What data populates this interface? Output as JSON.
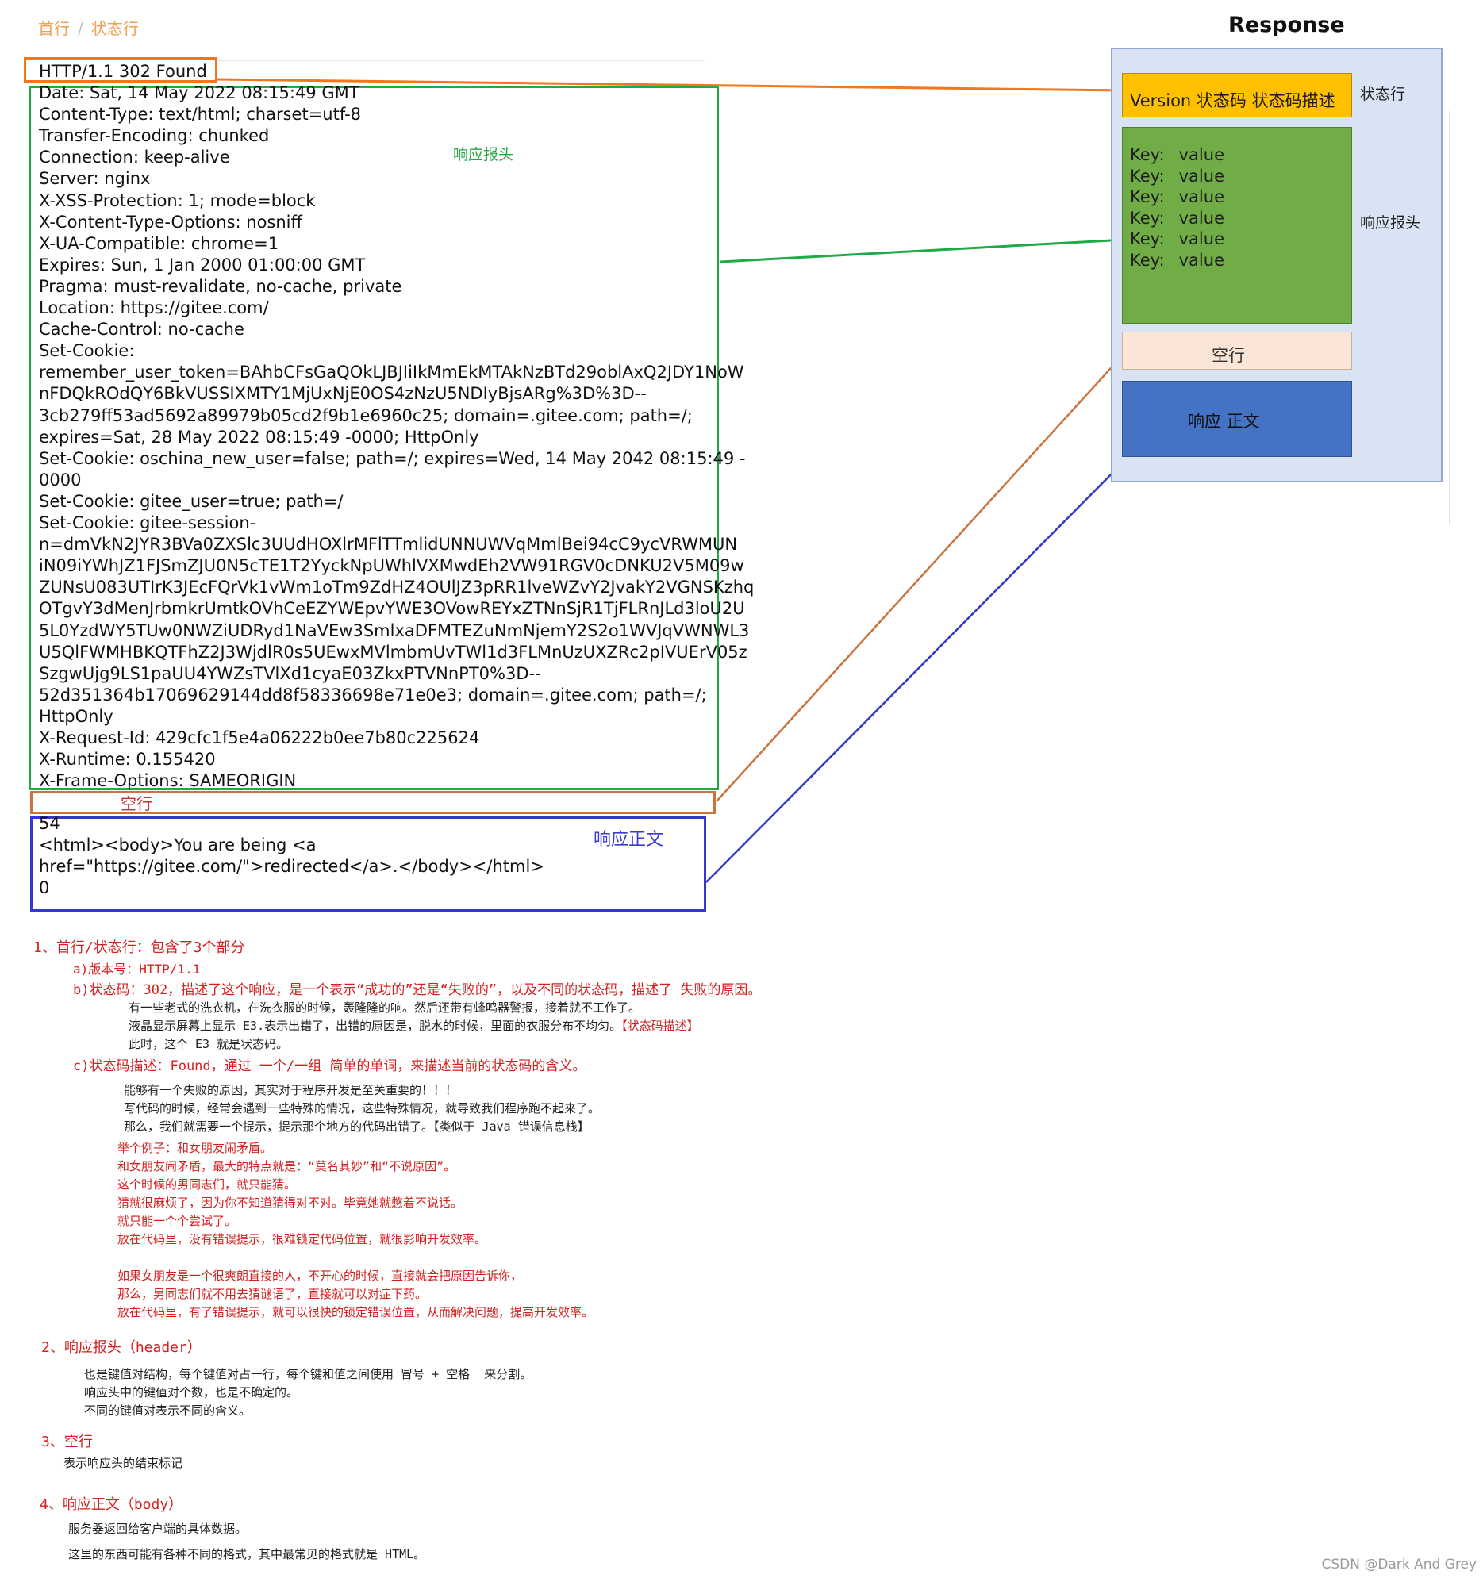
{
  "breadcrumb": {
    "home": "首行",
    "sep": "/",
    "current": "状态行"
  },
  "status_line": "HTTP/1.1 302 Found",
  "headers": [
    "Date: Sat, 14 May 2022 08:15:49 GMT",
    "Content-Type: text/html; charset=utf-8",
    "Transfer-Encoding: chunked",
    "Connection: keep-alive",
    "Server: nginx",
    "X-XSS-Protection: 1; mode=block",
    "X-Content-Type-Options: nosniff",
    "X-UA-Compatible: chrome=1",
    "Expires: Sun, 1 Jan 2000 01:00:00 GMT",
    "Pragma: must-revalidate, no-cache, private",
    "Location: https://gitee.com/",
    "Cache-Control: no-cache",
    "Set-Cookie:",
    "remember_user_token=BAhbCFsGaQOkLJBJIiIkMmEkMTAkNzBTd29oblAxQ2JDY1NoW",
    "nFDQkROdQY6BkVUSSIXMTY1MjUxNjE0OS4zNzU5NDIyBjsARg%3D%3D--",
    "3cb279ff53ad5692a89979b05cd2f9b1e6960c25; domain=.gitee.com; path=/;",
    "expires=Sat, 28 May 2022 08:15:49 -0000; HttpOnly",
    "Set-Cookie: oschina_new_user=false; path=/; expires=Wed, 14 May 2042 08:15:49 -",
    "0000",
    "Set-Cookie: gitee_user=true; path=/",
    "Set-Cookie: gitee-session-",
    "n=dmVkN2JYR3BVa0ZXSlc3UUdHOXlrMFlTTmlidUNNUWVqMmlBei94cC9ycVRWMUN",
    "iN09iYWhJZ1FJSmZJU0N5cTE1T2YyckNpUWhlVXMwdEh2VW91RGV0cDNKU2V5M09w",
    "ZUNsU083UTIrK3JEcFQrVk1vWm1oTm9ZdHZ4OUlJZ3pRR1lveWZvY2JvakY2VGNSKzhq",
    "OTgvY3dMenJrbmkrUmtkOVhCeEZYWEpvYWE3OVowREYxZTNnSjR1TjFLRnJLd3loU2U",
    "5L0YzdWY5TUw0NWZiUDRyd1NaVEw3SmlxaDFMTEZuNmNjemY2S2o1WVJqVWNWL3",
    "U5QlFWMHBKQTFhZ2J3WjdlR0s5UEwxMVlmbmUvTWl1d3FLMnUzUXZRc2pIVUErV05z",
    "SzgwUjg9LS1paUU4YWZsTVlXd1cyaE03ZkxPTVNnPT0%3D--",
    "52d351364b17069629144dd8f58336698e71e0e3; domain=.gitee.com; path=/;",
    "HttpOnly",
    "X-Request-Id: 429cfc1f5e4a06222b0ee7b80c225624",
    "X-Runtime: 0.155420",
    "X-Frame-Options: SAMEORIGIN"
  ],
  "header_caption": "响应报头",
  "blank_line_label": "空行",
  "body_lines": [
    "54",
    "<html><body>You are being <a",
    "href=\"https://gitee.com/\">redirected</a>.</body></html>",
    "0"
  ],
  "body_caption": "响应正文",
  "response_diagram": {
    "title": "Response",
    "status_row": "Version  状态码  状态码描述",
    "status_side_label": "状态行",
    "kv_rows": [
      {
        "key": "Key:",
        "value": "value"
      },
      {
        "key": "Key:",
        "value": "value"
      },
      {
        "key": "Key:",
        "value": "value"
      },
      {
        "key": "Key:",
        "value": "value"
      },
      {
        "key": "Key:",
        "value": "value"
      },
      {
        "key": "Key:",
        "value": "value"
      }
    ],
    "headers_side_label": "响应报头",
    "blank_row": "空行",
    "body_row": "响应 正文",
    "colors": {
      "panel": "#dae3f3",
      "status": "#ffc000",
      "headers": "#70ad47",
      "blank": "#fbe5d6",
      "body": "#4472c4",
      "orange_line": "#f4761c",
      "green_line": "#1faa46",
      "brown_line": "#c8743c",
      "blue_line": "#3238c8"
    }
  },
  "notes": {
    "s1_title": "1、首行/状态行：包含了3个部分",
    "s1_a": "a)版本号：HTTP/1.1",
    "s1_b": "b)状态码：302，描述了这个响应，是一个表示“成功的”还是“失败的”，以及不同的状态码，描述了 失败的原因。",
    "s1_b1": "有一些老式的洗衣机，在洗衣服的时候，轰隆隆的响。然后还带有蜂鸣器警报，接着就不工作了。",
    "s1_b2": "液晶显示屏幕上显示 E3.表示出错了，出错的原因是，脱水的时候，里面的衣服分布不均匀。",
    "s1_b2_red": "【状态码描述】",
    "s1_b3": "此时，这个 E3 就是状态码。",
    "s1_c": "c)状态码描述：Found，通过 一个/一组 简单的单词，来描述当前的状态码的含义。",
    "s1_c1": "能够有一个失败的原因，其实对于程序开发是至关重要的！！！",
    "s1_c2": "写代码的时候，经常会遇到一些特殊的情况，这些特殊情况，就导致我们程序跑不起来了。",
    "s1_c3": "那么，我们就需要一个提示，提示那个地方的代码出错了。【类似于 Java 错误信息栈】",
    "ex1": "举个例子：和女朋友闹矛盾。",
    "ex2": "和女朋友闹矛盾，最大的特点就是：“莫名其妙”和“不说原因”。",
    "ex3": "这个时候的男同志们，就只能猜。",
    "ex4": "猜就很麻烦了，因为你不知道猜得对不对。毕竟她就憋着不说话。",
    "ex5": "就只能一个个尝试了。",
    "ex6": "放在代码里，没有错误提示，很难锁定代码位置，就很影响开发效率。",
    "ex7": "如果女朋友是一个很爽朗直接的人，不开心的时候，直接就会把原因告诉你，",
    "ex8": "那么，男同志们就不用去猜谜语了，直接就可以对症下药。",
    "ex9": "放在代码里，有了错误提示，就可以很快的锁定错误位置，从而解决问题，提高开发效率。",
    "s2_title": "2、响应报头（header）",
    "s2_1": "也是键值对结构，每个键值对占一行，每个键和值之间使用 冒号 + 空格  来分割。",
    "s2_2": "响应头中的键值对个数，也是不确定的。",
    "s2_3": "不同的键值对表示不同的含义。",
    "s3_title": "3、空行",
    "s3_1": "表示响应头的结束标记",
    "s4_title": "4、响应正文（body）",
    "s4_1": "服务器返回给客户端的具体数据。",
    "s4_2": "这里的东西可能有各种不同的格式，其中最常见的格式就是 HTML。"
  },
  "watermark": "CSDN @Dark And Grey"
}
